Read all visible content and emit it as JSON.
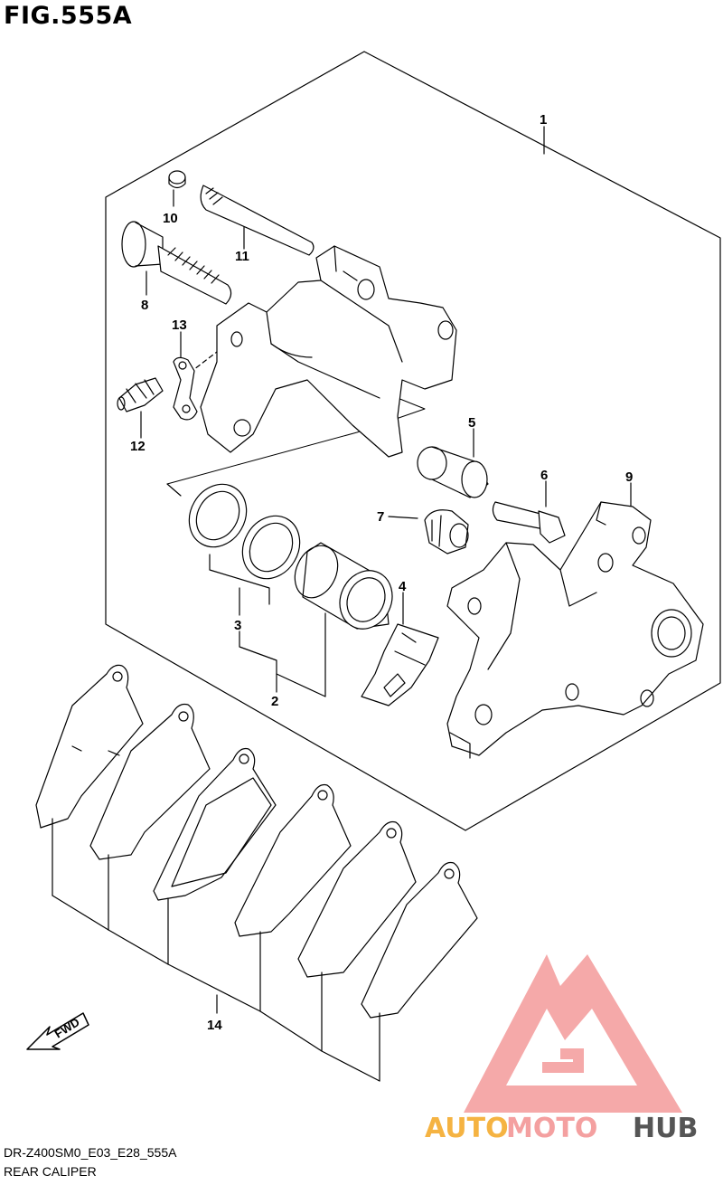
{
  "figure": {
    "title": "FIG.555A"
  },
  "footer": {
    "code": "DR-Z400SM0_E03_E28_555A",
    "name": "REAR CALIPER"
  },
  "fwd_label": "FWD",
  "watermark": {
    "part1": "AUTO",
    "part2": "MOTO",
    "part3": "HUB",
    "color_light": "#f4a0a0",
    "color_dark": "#555555",
    "color_orange": "#f5b342"
  },
  "callouts": [
    "1",
    "2",
    "3",
    "4",
    "5",
    "6",
    "7",
    "8",
    "9",
    "10",
    "11",
    "12",
    "13",
    "14"
  ]
}
